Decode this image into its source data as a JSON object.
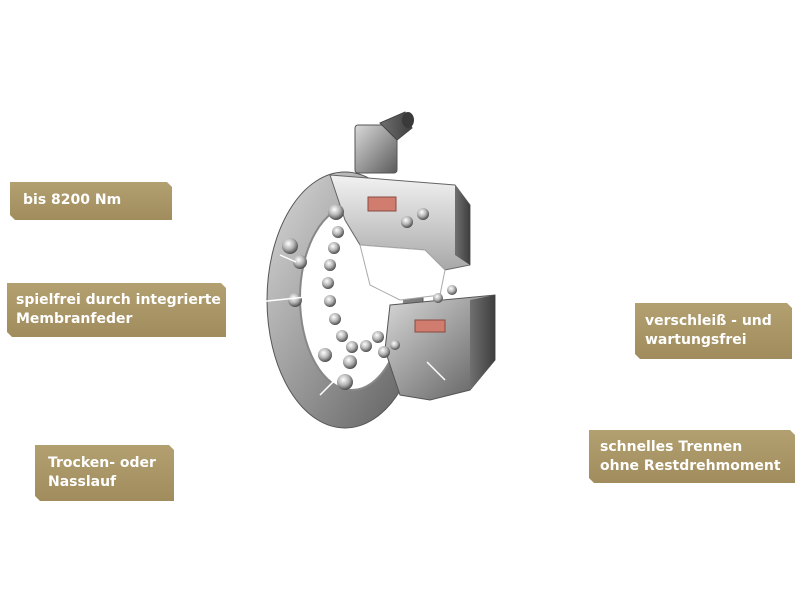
{
  "features": {
    "torque": {
      "line1": "bis 8200 Nm"
    },
    "spring": {
      "line1": "spielfrei durch integrierte",
      "line2": "Membranfeder"
    },
    "wet": {
      "line1": "Trocken- oder",
      "line2": "Nasslauf"
    },
    "wear": {
      "line1": "verschleiß - und",
      "line2": "wartungsfrei"
    },
    "sep": {
      "line1": "schnelles Trennen",
      "line2": "ohne Restdrehmoment"
    }
  },
  "colors": {
    "label_bg": "#a8956a",
    "label_text": "#ffffff",
    "highlight": "#d07d70"
  }
}
